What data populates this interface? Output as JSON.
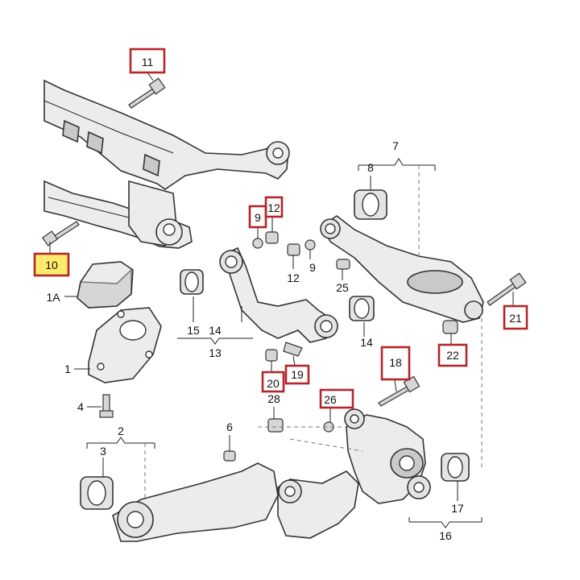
{
  "labels": {
    "l1": "1",
    "l1a": "1A",
    "l2": "2",
    "l3": "3",
    "l4": "4",
    "l6": "6",
    "l7": "7",
    "l8": "8",
    "l9a": "9",
    "l9b": "9",
    "l10": "10",
    "l11": "11",
    "l12a": "12",
    "l12b": "12",
    "l13": "13",
    "l14a": "14",
    "l14b": "14",
    "l15": "15",
    "l16": "16",
    "l17": "17",
    "l18": "18",
    "l19": "19",
    "l20": "20",
    "l21": "21",
    "l22": "22",
    "l25": "25",
    "l26": "26",
    "l28": "28"
  },
  "highlighted": [
    "9",
    "10",
    "11",
    "12",
    "18",
    "19",
    "20",
    "21",
    "22",
    "26"
  ],
  "colors": {
    "highlight_border": "#b3262a",
    "highlight_fill": "#ffeb6b",
    "line": "#333333"
  }
}
